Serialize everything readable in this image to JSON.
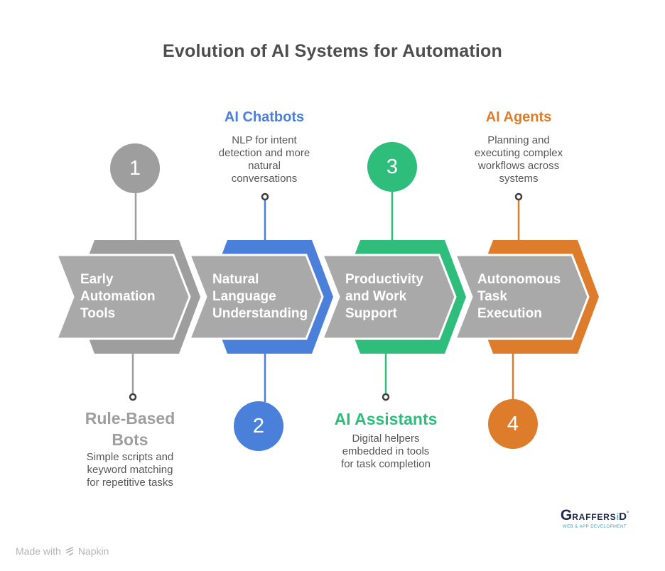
{
  "title": "Evolution of AI Systems for Automation",
  "colors": {
    "chevron_front": "#a9a9a9",
    "chevron_stroke": "#ffffff",
    "gray": "#9e9e9e",
    "blue": "#4a80d9",
    "green": "#2ebd7b",
    "orange": "#dd7d2b",
    "title_text": "#4d4d4d",
    "desc_text": "#575757"
  },
  "steps": [
    {
      "number": "1",
      "accent": "#9e9e9e",
      "label_lines": [
        "Early",
        "Automation",
        "Tools"
      ],
      "callout": {
        "position": "bottom",
        "title_lines": [
          "Rule-Based",
          "Bots"
        ],
        "desc_lines": [
          "Simple scripts and",
          "keyword matching",
          "for repetitive tasks"
        ]
      }
    },
    {
      "number": "2",
      "accent": "#4a80d9",
      "label_lines": [
        "Natural",
        "Language",
        "Understanding"
      ],
      "callout": {
        "position": "top",
        "title_lines": [
          "AI Chatbots"
        ],
        "desc_lines": [
          "NLP for intent",
          "detection and more",
          "natural",
          "conversations"
        ]
      }
    },
    {
      "number": "3",
      "accent": "#2ebd7b",
      "label_lines": [
        "Productivity",
        "and Work",
        "Support"
      ],
      "callout": {
        "position": "bottom",
        "title_lines": [
          "AI Assistants"
        ],
        "desc_lines": [
          "Digital helpers",
          "embedded in tools",
          "for task completion"
        ]
      }
    },
    {
      "number": "4",
      "accent": "#dd7d2b",
      "label_lines": [
        "Autonomous",
        "Task",
        "Execution"
      ],
      "callout": {
        "position": "top",
        "title_lines": [
          "AI Agents"
        ],
        "desc_lines": [
          "Planning and",
          "executing complex",
          "workflows across",
          "systems"
        ]
      }
    }
  ],
  "footer": {
    "made_with": "Made with",
    "napkin": "Napkin"
  },
  "brand": {
    "g": "G",
    "raffers": "RAFFERS",
    "i": "i",
    "d": "D",
    "mark": "°",
    "tagline": "WEB & APP DEVELOPMENT"
  }
}
